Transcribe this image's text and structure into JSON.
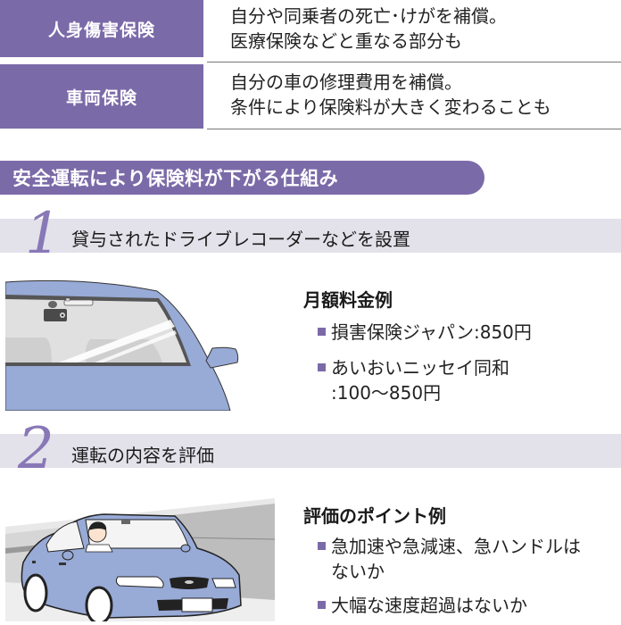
{
  "coverage_table": {
    "rows": [
      {
        "label": "人身傷害保険",
        "description_lines": [
          "自分や同乗者の死亡･けがを補償。",
          "医療保険などと重なる部分も"
        ]
      },
      {
        "label": "車両保険",
        "description_lines": [
          "自分の車の修理費用を補償。",
          "条件により保険料が大きく変わることも"
        ]
      }
    ]
  },
  "section": {
    "title": "安全運転により保険料が下がる仕組み"
  },
  "steps": [
    {
      "number": "1",
      "title": "貸与されたドライブレコーダーなどを設置",
      "illustration": "car-windshield-with-dashcam",
      "info": {
        "title": "月額料金例",
        "items": [
          {
            "lines": [
              "損害保険ジャパン:850円"
            ]
          },
          {
            "lines": [
              "あいおいニッセイ同和",
              ":100〜850円"
            ]
          }
        ]
      }
    },
    {
      "number": "2",
      "title": "運転の内容を評価",
      "illustration": "driver-in-car-on-highway",
      "info": {
        "title": "評価のポイント例",
        "items": [
          {
            "lines": [
              "急加速や急減速、急ハンドルは",
              "ないか"
            ]
          },
          {
            "lines": [
              "大幅な速度超過はないか"
            ]
          }
        ]
      }
    }
  ],
  "colors": {
    "accent_purple": "#7b6aa8",
    "step_number_purple": "#8878b6",
    "step_bar_gray": "#e3e1ea",
    "car_blue": "#98aad6"
  }
}
